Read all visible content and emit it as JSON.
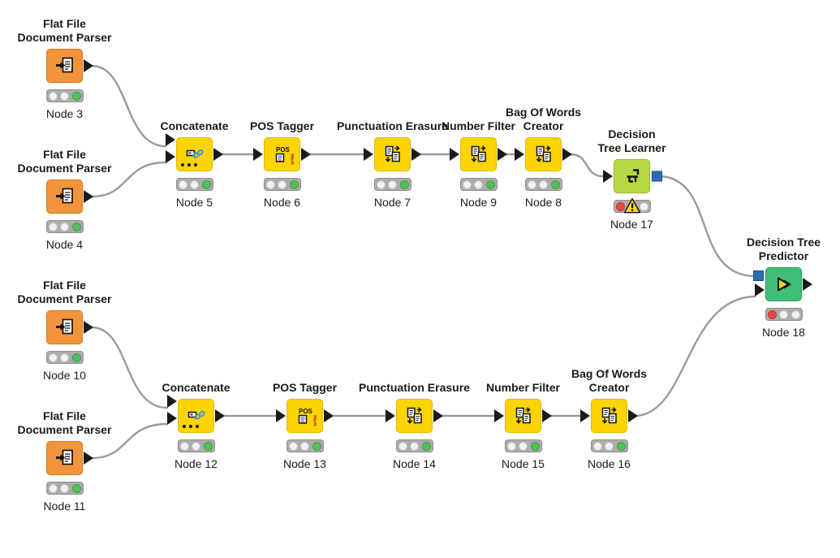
{
  "workflow": {
    "colors": {
      "canvas_bg": "#FFFFFF",
      "node_source_orange": "#F2943B",
      "node_manipulator_yellow": "#FBD402",
      "node_learner_lime": "#B6D943",
      "node_predictor_green": "#3FBE77",
      "model_port_blue": "#2E6DB4",
      "data_port_black": "#1A1A1A",
      "wire_grey": "#9A9A9A",
      "status_green": "#52C15B",
      "status_red": "#EF4540",
      "warning_yellow": "#FFD60A",
      "traffic_light_grey": "#ACACAC"
    },
    "nodes": [
      {
        "id": "node-3",
        "type": "Flat File Document Parser",
        "title_lines": [
          "Flat File",
          "Document Parser"
        ],
        "name": "Node 3",
        "status": "executed"
      },
      {
        "id": "node-4",
        "type": "Flat File Document Parser",
        "title_lines": [
          "Flat File",
          "Document Parser"
        ],
        "name": "Node 4",
        "status": "executed"
      },
      {
        "id": "node-5",
        "type": "Concatenate",
        "title_lines": [
          "Concatenate"
        ],
        "name": "Node 5",
        "status": "executed"
      },
      {
        "id": "node-6",
        "type": "POS Tagger",
        "title_lines": [
          "POS Tagger"
        ],
        "name": "Node 6",
        "status": "executed"
      },
      {
        "id": "node-7",
        "type": "Punctuation Erasure",
        "title_lines": [
          "Punctuation Erasure"
        ],
        "name": "Node 7",
        "status": "executed"
      },
      {
        "id": "node-9",
        "type": "Number Filter",
        "title_lines": [
          "Number Filter"
        ],
        "name": "Node 9",
        "status": "executed"
      },
      {
        "id": "node-8",
        "type": "Bag Of Words Creator",
        "title_lines": [
          "Bag Of Words",
          "Creator"
        ],
        "name": "Node 8",
        "status": "executed"
      },
      {
        "id": "node-17",
        "type": "Decision Tree Learner",
        "title_lines": [
          "Decision",
          "Tree Learner"
        ],
        "name": "Node 17",
        "status": "warning"
      },
      {
        "id": "node-10",
        "type": "Flat File Document Parser",
        "title_lines": [
          "Flat File",
          "Document Parser"
        ],
        "name": "Node 10",
        "status": "executed"
      },
      {
        "id": "node-11",
        "type": "Flat File Document Parser",
        "title_lines": [
          "Flat File",
          "Document Parser"
        ],
        "name": "Node 11",
        "status": "executed"
      },
      {
        "id": "node-12",
        "type": "Concatenate",
        "title_lines": [
          "Concatenate"
        ],
        "name": "Node 12",
        "status": "executed"
      },
      {
        "id": "node-13",
        "type": "POS Tagger",
        "title_lines": [
          "POS Tagger"
        ],
        "name": "Node 13",
        "status": "executed"
      },
      {
        "id": "node-14",
        "type": "Punctuation Erasure",
        "title_lines": [
          "Punctuation Erasure"
        ],
        "name": "Node 14",
        "status": "executed"
      },
      {
        "id": "node-15",
        "type": "Number Filter",
        "title_lines": [
          "Number Filter"
        ],
        "name": "Node 15",
        "status": "executed"
      },
      {
        "id": "node-16",
        "type": "Bag Of Words Creator",
        "title_lines": [
          "Bag Of Words",
          "Creator"
        ],
        "name": "Node 16",
        "status": "executed"
      },
      {
        "id": "node-18",
        "type": "Decision Tree Predictor",
        "title_lines": [
          "Decision Tree",
          "Predictor"
        ],
        "name": "Node 18",
        "status": "not-executed"
      }
    ],
    "connections": [
      {
        "from": "Node 3",
        "to": "Node 5"
      },
      {
        "from": "Node 4",
        "to": "Node 5"
      },
      {
        "from": "Node 5",
        "to": "Node 6"
      },
      {
        "from": "Node 6",
        "to": "Node 7"
      },
      {
        "from": "Node 7",
        "to": "Node 9"
      },
      {
        "from": "Node 9",
        "to": "Node 8"
      },
      {
        "from": "Node 8",
        "to": "Node 17"
      },
      {
        "from": "Node 17",
        "to": "Node 18",
        "port": "model"
      },
      {
        "from": "Node 10",
        "to": "Node 12"
      },
      {
        "from": "Node 11",
        "to": "Node 12"
      },
      {
        "from": "Node 12",
        "to": "Node 13"
      },
      {
        "from": "Node 13",
        "to": "Node 14"
      },
      {
        "from": "Node 14",
        "to": "Node 15"
      },
      {
        "from": "Node 15",
        "to": "Node 16"
      },
      {
        "from": "Node 16",
        "to": "Node 18",
        "port": "data"
      }
    ]
  }
}
